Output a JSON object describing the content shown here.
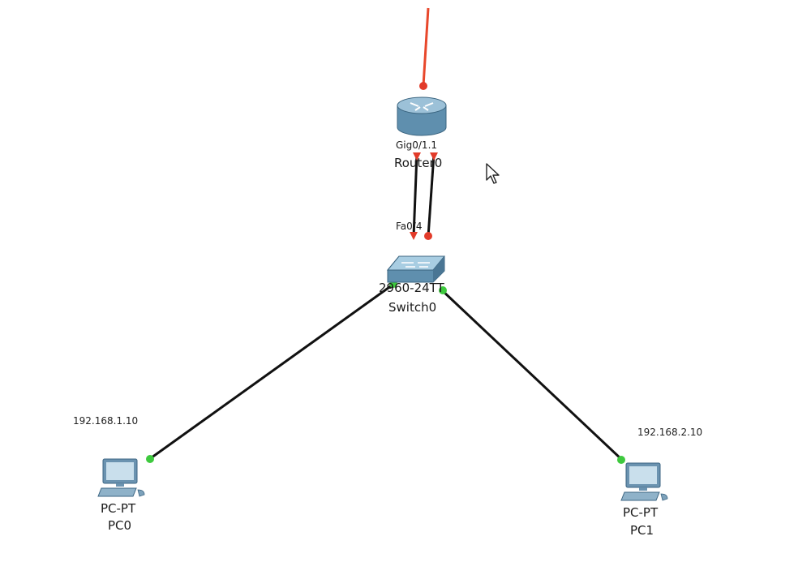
{
  "colors": {
    "cable": "#111111",
    "cable_down": "#e8472b",
    "link_up": "#3ec93e",
    "link_down": "#e23b2a",
    "device_blue": "#5f8fae"
  },
  "router": {
    "name": "Router0",
    "port_label": "Gig0/1.1"
  },
  "switch": {
    "model": "2960-24TT",
    "name": "Switch0",
    "port_label": "Fa0/4"
  },
  "pc0": {
    "model": "PC-PT",
    "name": "PC0",
    "ip": "192.168.1.10"
  },
  "pc1": {
    "model": "PC-PT",
    "name": "PC1",
    "ip": "192.168.2.10"
  },
  "icons": [
    "router-icon",
    "switch-icon",
    "pc-icon",
    "mouse-pointer-icon"
  ]
}
